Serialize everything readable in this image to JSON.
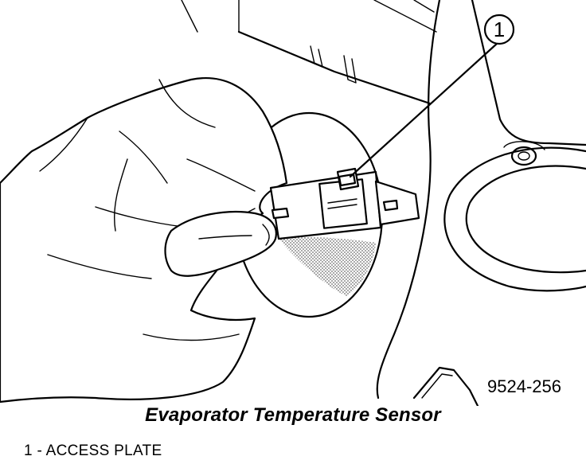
{
  "figure": {
    "callout_number": "1",
    "part_number": "9524-256",
    "stipple_color": "#8a8a8a"
  },
  "caption": "Evaporator Temperature Sensor",
  "legend": [
    {
      "number": "1",
      "separator": " - ",
      "label": "ACCESS PLATE"
    }
  ]
}
